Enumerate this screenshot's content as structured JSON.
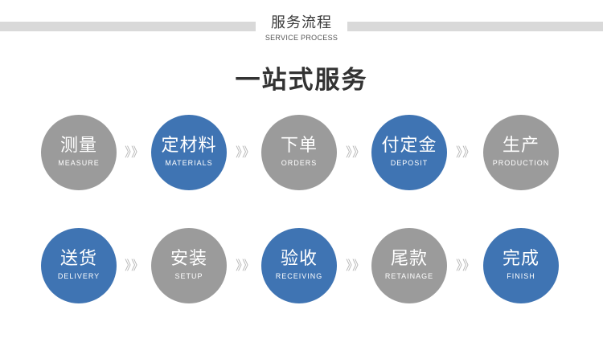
{
  "header": {
    "title": "服务流程",
    "subtitle": "SERVICE PROCESS"
  },
  "main_title": "一站式服务",
  "arrow_glyph": "》》",
  "colors": {
    "gray": "#9b9b9b",
    "blue": "#3f74b3",
    "header_bar": "#d9d9d9"
  },
  "rows": [
    {
      "steps": [
        {
          "cn": "测量",
          "en": "MEASURE",
          "color": "gray"
        },
        {
          "cn": "定材料",
          "en": "MATERIALS",
          "color": "blue"
        },
        {
          "cn": "下单",
          "en": "ORDERS",
          "color": "gray"
        },
        {
          "cn": "付定金",
          "en": "DEPOSIT",
          "color": "blue"
        },
        {
          "cn": "生产",
          "en": "PRODUCTION",
          "color": "gray"
        }
      ]
    },
    {
      "steps": [
        {
          "cn": "送货",
          "en": "DELIVERY",
          "color": "blue"
        },
        {
          "cn": "安装",
          "en": "SETUP",
          "color": "gray"
        },
        {
          "cn": "验收",
          "en": "RECEIVING",
          "color": "blue"
        },
        {
          "cn": "尾款",
          "en": "RETAINAGE",
          "color": "gray"
        },
        {
          "cn": "完成",
          "en": "FINISH",
          "color": "blue"
        }
      ]
    }
  ]
}
